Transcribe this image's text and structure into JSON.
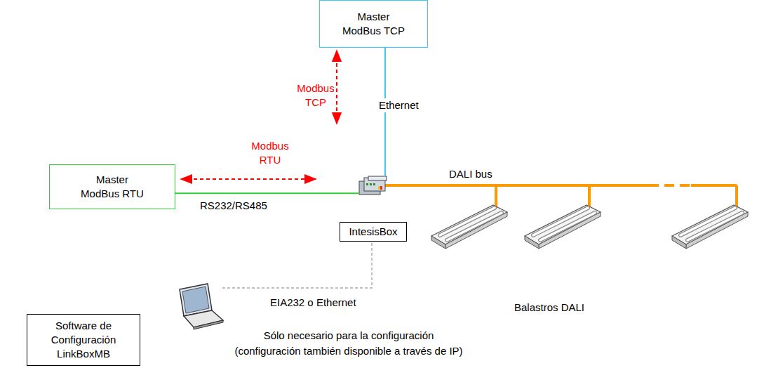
{
  "diagram": {
    "nodes": [
      {
        "text": [
          "Master ModBus TCP"
        ]
      },
      {
        "text": [
          "Master ModBus RTU"
        ]
      },
      {
        "text": [
          "IntesisBox"
        ]
      },
      {
        "text": [
          "Software de Configuración LinkBoxMB"
        ]
      }
    ],
    "edges": [
      {
        "from": 0,
        "to": 2,
        "arrow": "none",
        "label": "Ethernet"
      },
      {
        "from": 1,
        "to": 2,
        "arrow": "none",
        "label": "RS232/RS485"
      }
    ],
    "labels": [
      "Modbus TCP",
      "Modbus RTU",
      "DALI bus",
      "Balastros DALI",
      "EIA232 o Ethernet",
      "Sólo necesario para la configuración",
      "(configuración también disponible a través de IP)"
    ]
  }
}
